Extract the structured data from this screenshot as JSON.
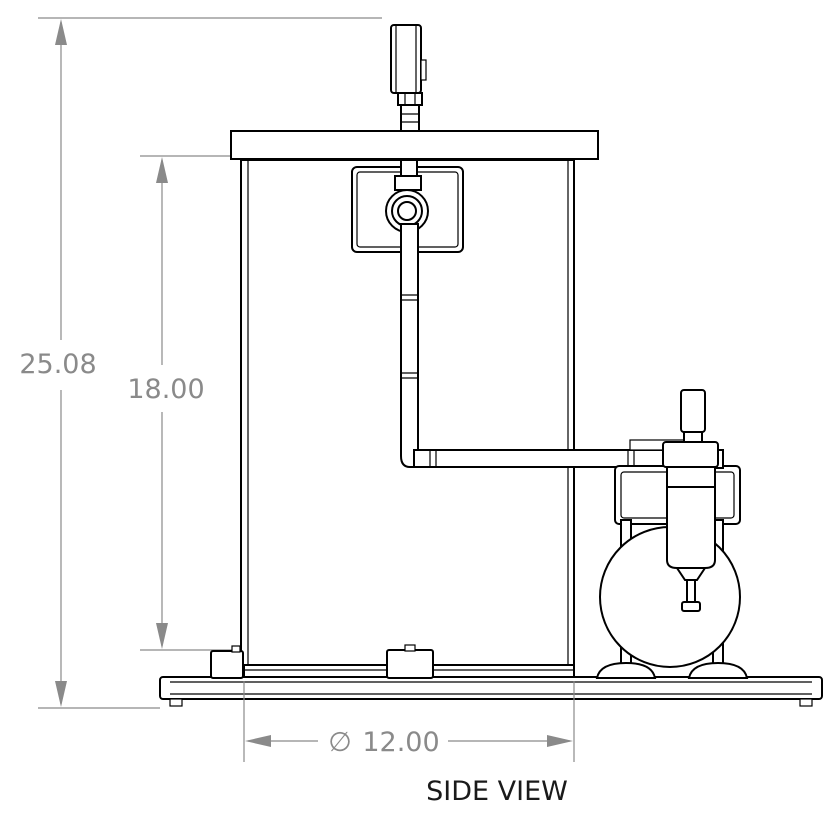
{
  "dimensions": {
    "overall_height": "25.08",
    "tank_height": "18.00",
    "tank_diameter": "12.00",
    "diameter_symbol": "∅"
  },
  "view_label": "SIDE VIEW"
}
